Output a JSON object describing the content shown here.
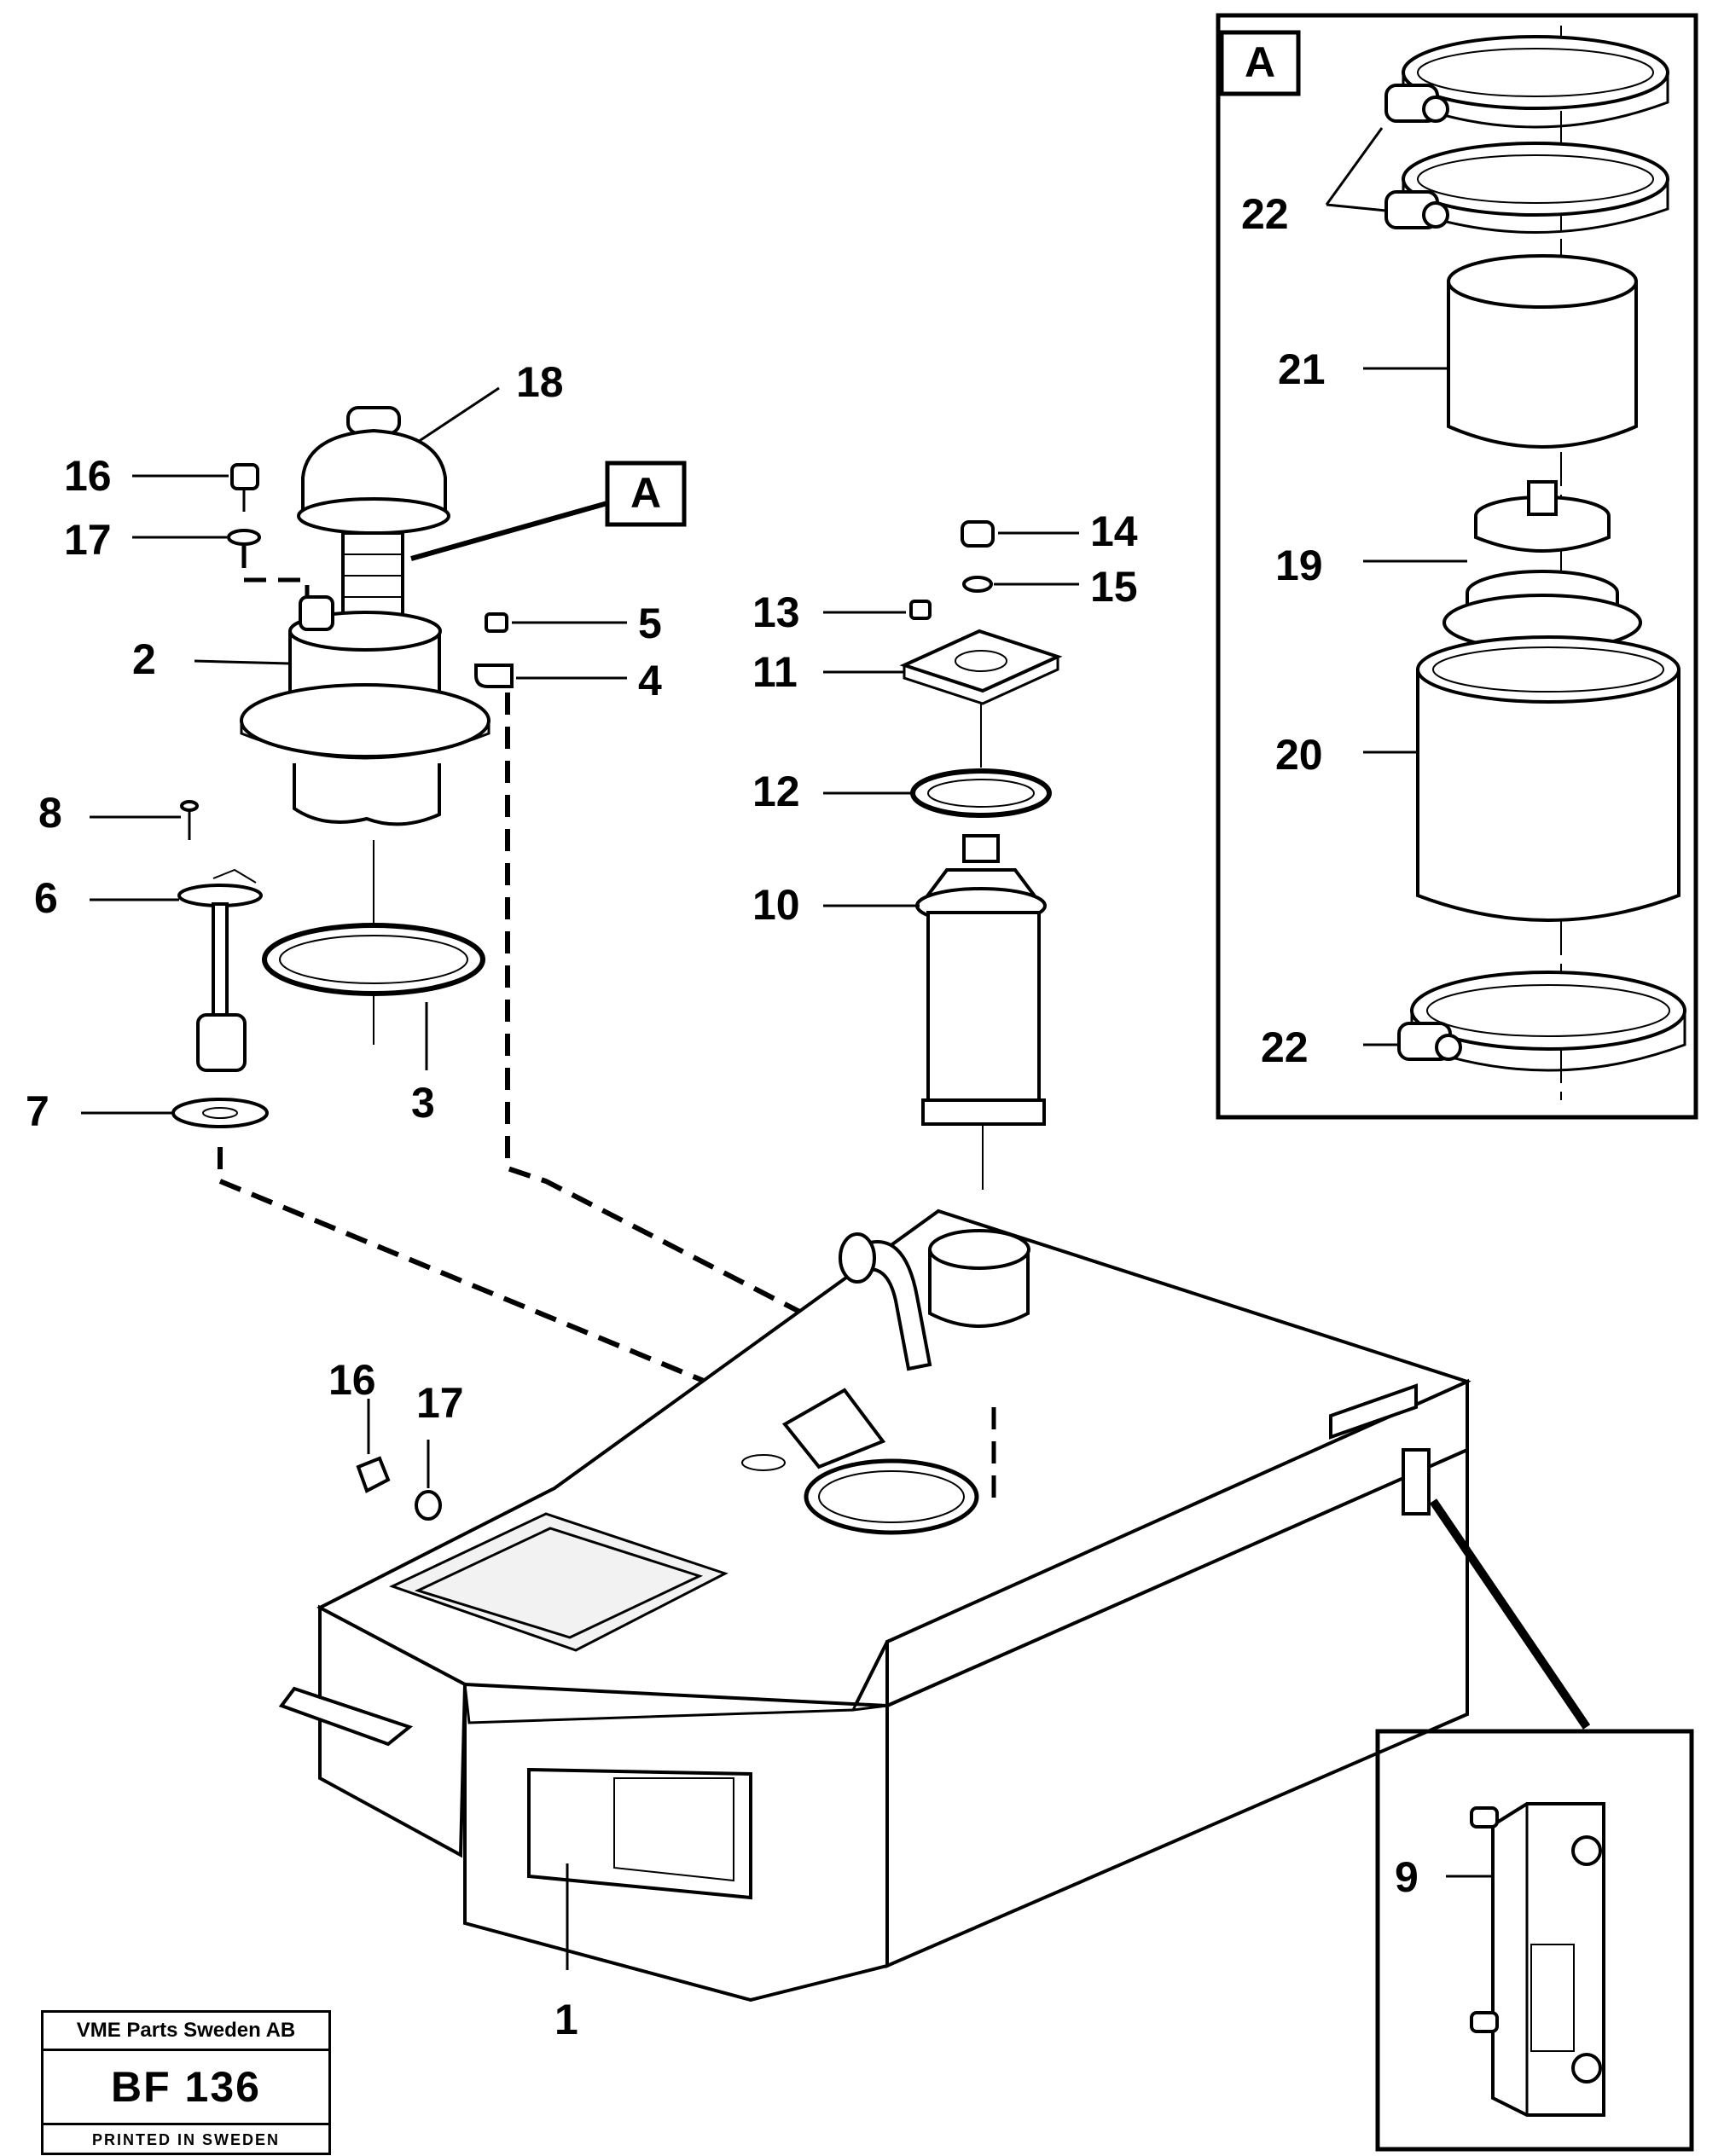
{
  "callouts": {
    "p1": "1",
    "p2": "2",
    "p3": "3",
    "p4": "4",
    "p5": "5",
    "p6": "6",
    "p7": "7",
    "p8": "8",
    "p9": "9",
    "p10": "10",
    "p11": "11",
    "p12": "12",
    "p13": "13",
    "p14": "14",
    "p15": "15",
    "p16a": "16",
    "p17a": "17",
    "p16b": "16",
    "p17b": "17",
    "p18": "18",
    "p19": "19",
    "p20": "20",
    "p21": "21",
    "p22a": "22",
    "p22b": "22"
  },
  "detail_refs": {
    "main_ref": "A",
    "inset_ref": "A"
  },
  "title_block": {
    "company": "VME Parts Sweden AB",
    "code": "BF 136",
    "printed": "PRINTED IN SWEDEN"
  }
}
